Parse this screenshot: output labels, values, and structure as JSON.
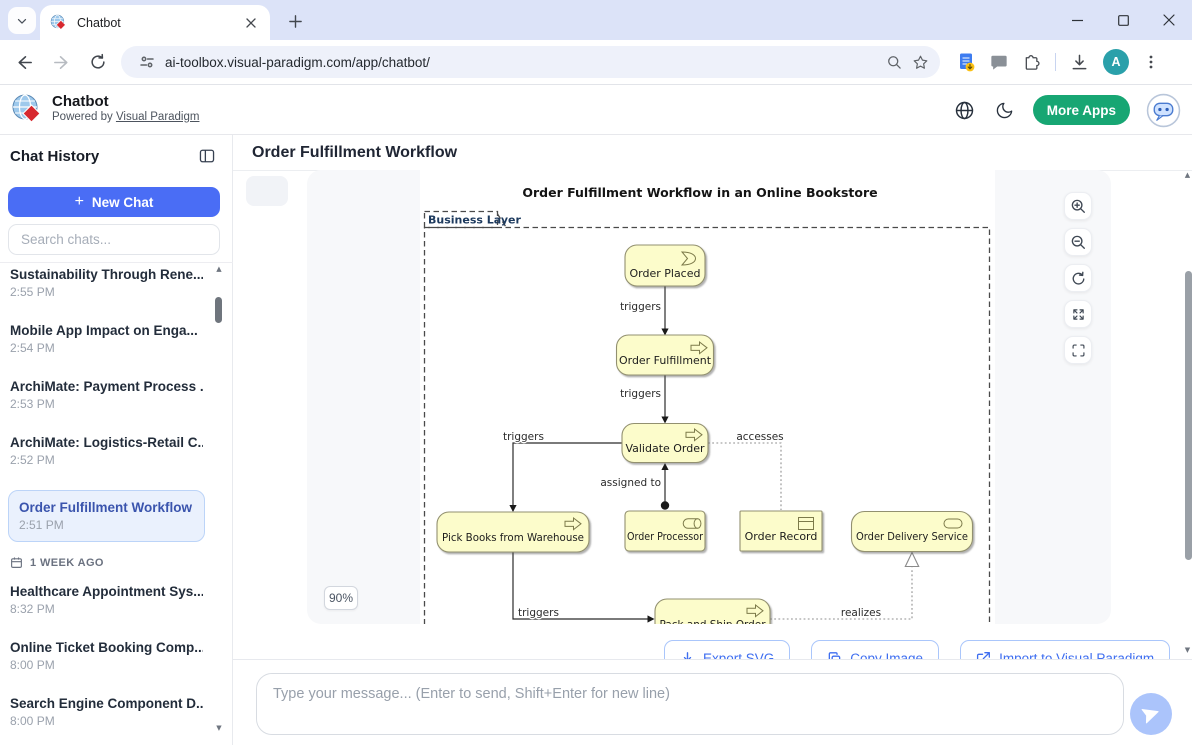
{
  "browser": {
    "tab_title": "Chatbot",
    "url": "ai-toolbox.visual-paradigm.com/app/chatbot/",
    "avatar_letter": "A"
  },
  "app_header": {
    "title": "Chatbot",
    "powered_by": "Powered by ",
    "powered_by_link": "Visual Paradigm",
    "more_apps": "More Apps"
  },
  "sidebar": {
    "title": "Chat History",
    "new_chat": "New Chat",
    "search_placeholder": "Search chats...",
    "items": [
      {
        "title": "Sustainability Through Rene...",
        "time": "2:55 PM"
      },
      {
        "title": "Mobile App Impact on Enga...",
        "time": "2:54 PM"
      },
      {
        "title": "ArchiMate: Payment Process ...",
        "time": "2:53 PM"
      },
      {
        "title": "ArchiMate: Logistics-Retail C...",
        "time": "2:52 PM"
      },
      {
        "title": "Order Fulfillment Workflow",
        "time": "2:51 PM"
      }
    ],
    "section": "1 WEEK AGO",
    "older_items": [
      {
        "title": "Healthcare Appointment Sys...",
        "time": "8:32 PM"
      },
      {
        "title": "Online Ticket Booking Comp...",
        "time": "8:00 PM"
      },
      {
        "title": "Search Engine Component D...",
        "time": "8:00 PM"
      }
    ]
  },
  "main": {
    "title": "Order Fulfillment Workflow",
    "zoom_level": "90%",
    "actions": [
      {
        "label": "Export SVG"
      },
      {
        "label": "Copy Image"
      },
      {
        "label": "Import to Visual Paradigm"
      }
    ]
  },
  "diagram": {
    "title": "Order Fulfillment Workflow in an Online Bookstore",
    "group": "Business Layer",
    "nodes": [
      {
        "label": "Order Placed",
        "type": "business-event"
      },
      {
        "label": "Order Fulfillment",
        "type": "business-process"
      },
      {
        "label": "Validate Order",
        "type": "business-process"
      },
      {
        "label": "Pick Books from Warehouse",
        "type": "business-process"
      },
      {
        "label": "Order Processor",
        "type": "business-role"
      },
      {
        "label": "Order Record",
        "type": "business-object"
      },
      {
        "label": "Order Delivery Service",
        "type": "business-service"
      },
      {
        "label": "Pack and Ship Order",
        "type": "business-process"
      }
    ],
    "edges": [
      {
        "label": "triggers"
      },
      {
        "label": "triggers"
      },
      {
        "label": "triggers"
      },
      {
        "label": "accesses"
      },
      {
        "label": "assigned to"
      },
      {
        "label": "triggers"
      },
      {
        "label": "realizes"
      }
    ],
    "colors": {
      "node_fill": "#fcfccb",
      "node_border": "#92906f"
    }
  },
  "composer": {
    "placeholder": "Type your message... (Enter to send, Shift+Enter for new line)"
  }
}
